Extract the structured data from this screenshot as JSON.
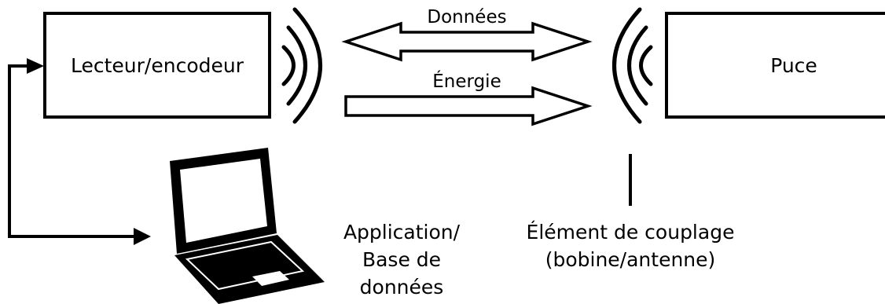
{
  "reader": {
    "label": "Lecteur/encodeur"
  },
  "chip": {
    "label": "Puce"
  },
  "links": {
    "data_label": "Données",
    "energy_label": "Énergie"
  },
  "coupling": {
    "label_line1": "Élément de couplage",
    "label_line2": "(bobine/antenne)"
  },
  "application": {
    "label_line1": "Application/",
    "label_line2": "Base de",
    "label_line3": "données"
  },
  "colors": {
    "stroke": "#000000",
    "background": "#ffffff"
  },
  "icons": {
    "computer": "laptop-icon",
    "reader_waves": "wireless-waves-icon",
    "chip_waves": "wireless-waves-icon"
  }
}
